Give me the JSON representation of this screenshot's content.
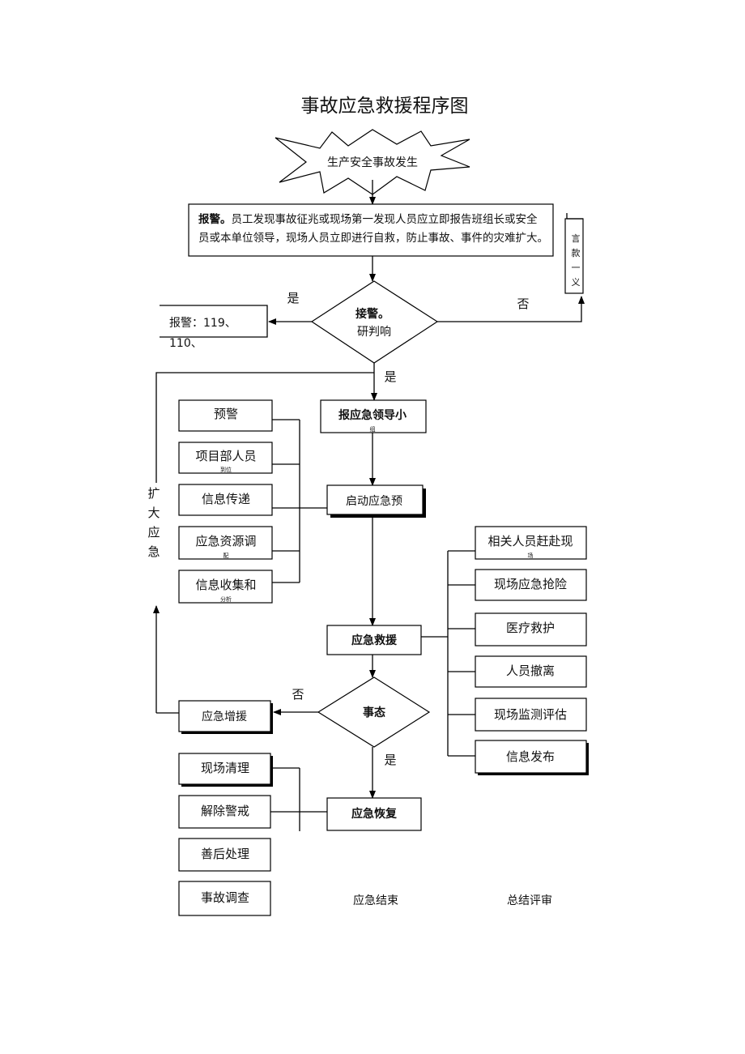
{
  "title": "事故应急救援程序图",
  "start": "生产安全事故发生",
  "report": {
    "bold": "报警。",
    "line1": "员工发现事故征兆或现场第一发现人员应立即报告班组长或安全",
    "line2": "员或本单位领导，现场人员立即进行自救，防止事故、事件的灾难扩大。"
  },
  "side_box": [
    "言",
    "款",
    "一",
    "义"
  ],
  "decision1": {
    "bold": "接警。",
    "text": "研判响"
  },
  "yes_label": "是",
  "no_label": "否",
  "alarm": {
    "line1": "报警：119、",
    "line2": "110、"
  },
  "left_group": [
    {
      "main": "预警",
      "sub": ""
    },
    {
      "main": "项目部人员",
      "sub": "到位"
    },
    {
      "main": "信息传递",
      "sub": ""
    },
    {
      "main": "应急资源调",
      "sub": "配"
    },
    {
      "main": "信息收集和",
      "sub": "分析"
    }
  ],
  "expand": [
    "扩",
    "大",
    "应",
    "急"
  ],
  "report_leader": {
    "main": "报应急领导小",
    "sub": "组"
  },
  "start_plan": "启动应急预",
  "rescue": "应急救援",
  "right_group": [
    {
      "main": "相关人员赶赴现",
      "sub": "场"
    },
    {
      "main": "现场应急抢险",
      "sub": ""
    },
    {
      "main": "医疗救护",
      "sub": ""
    },
    {
      "main": "人员撤离",
      "sub": ""
    },
    {
      "main": "现场监测评估",
      "sub": ""
    },
    {
      "main": "信息发布",
      "sub": ""
    }
  ],
  "decision2": "事态",
  "reinforce": "应急增援",
  "recovery": "应急恢复",
  "bottom_group": [
    "现场清理",
    "解除警戒",
    "善后处理",
    "事故调查"
  ],
  "end": "应急结束",
  "review": "总结评审"
}
